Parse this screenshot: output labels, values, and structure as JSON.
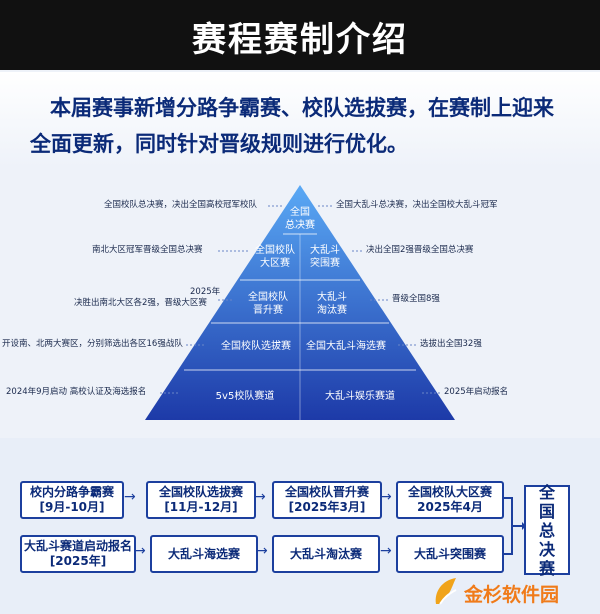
{
  "header": {
    "title": "赛程赛制介绍"
  },
  "intro": {
    "line1": "本届赛事新增分路争霸赛、校队选拔赛，在赛制上迎来",
    "line2": "全面更新，同时针对晋级规则进行优化。"
  },
  "pyramid": {
    "apex": [
      "全国",
      "总决赛"
    ],
    "tier2_left": [
      "全国校队",
      "大区赛"
    ],
    "tier2_right": [
      "大乱斗",
      "突围赛"
    ],
    "tier3_left": [
      "全国校队",
      "晋升赛"
    ],
    "tier3_right": [
      "大乱斗",
      "淘汰赛"
    ],
    "tier4_left": "全国校队选拔赛",
    "tier4_right": "全国大乱斗海选赛",
    "tier5_left": "5v5校队赛道",
    "tier5_right": "大乱斗娱乐赛道",
    "colors": {
      "top": "#5aa9f5",
      "bottom": "#1d3aa8"
    }
  },
  "annotations": {
    "left1": "全国校队总决赛，决出全国高校冠军校队",
    "left2": "南北大区冠军晋级全国总决赛",
    "left3a": "2025年",
    "left3b": "决胜出南北大区各2强，晋级大区赛",
    "left4": "开设南、北两大赛区，分别筛选出各区16强战队",
    "left5": "2024年9月启动 高校认证及海选报名",
    "right1": "全国大乱斗总决赛，决出全国校大乱斗冠军",
    "right2": "决出全国2强晋级全国总决赛",
    "right3": "晋级全国8强",
    "right4": "选拔出全国32强",
    "right5": "2025年启动报名"
  },
  "flow": {
    "row1": [
      {
        "title": "校内分路争霸赛",
        "date": "[9月-10月]"
      },
      {
        "title": "全国校队选拔赛",
        "date": "[11月-12月]"
      },
      {
        "title": "全国校队晋升赛",
        "date": "[2025年3月]"
      },
      {
        "title": "全国校队大区赛",
        "date": "2025年4月"
      }
    ],
    "row2": [
      {
        "title": "大乱斗赛道启动报名",
        "date": "[2025年]"
      },
      {
        "title": "大乱斗海选赛"
      },
      {
        "title": "大乱斗淘汰赛"
      },
      {
        "title": "大乱斗突围赛"
      }
    ],
    "final": [
      "全",
      "国",
      "总",
      "决",
      "赛"
    ]
  },
  "watermark": {
    "text": "金杉软件园"
  }
}
